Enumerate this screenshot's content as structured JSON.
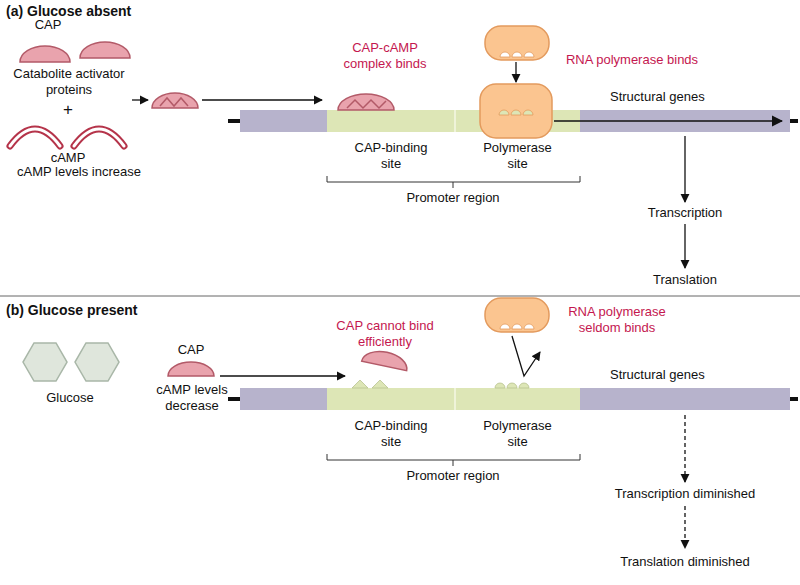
{
  "diagram": {
    "nodes": [
      {
        "text": [
          "CAP-binding site"
        ]
      },
      {
        "text": [
          "Polymerase site"
        ]
      },
      {
        "text": [
          "Structural genes"
        ]
      },
      {
        "text": [
          "CAP-binding site"
        ]
      },
      {
        "text": [
          "Polymerase site"
        ]
      },
      {
        "text": [
          "Structural genes"
        ]
      }
    ],
    "labels": [
      "(a) Glucose absent",
      "CAP",
      "Catabolite activator proteins",
      "+",
      "cAMP",
      "cAMP levels increase",
      "CAP-cAMP complex binds",
      "RNA polymerase binds",
      "Promoter region",
      "Transcription",
      "Translation",
      "(b) Glucose present",
      "Glucose",
      "CAP",
      "cAMP levels decrease",
      "CAP cannot bind efficiently",
      "RNA polymerase seldom binds",
      "Promoter region",
      "Transcription diminished",
      "Translation diminished"
    ]
  }
}
